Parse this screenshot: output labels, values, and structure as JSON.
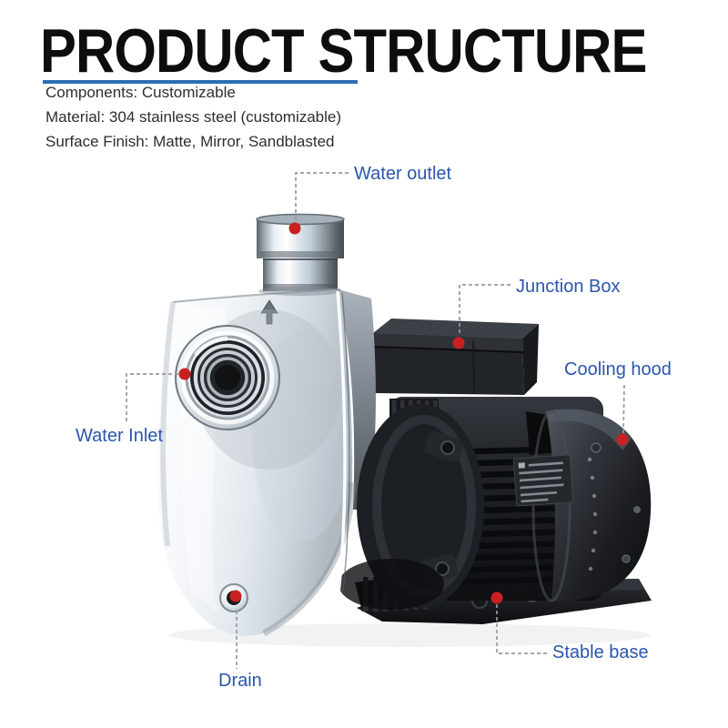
{
  "header": {
    "title": "PRODUCT STRUCTURE",
    "specs": [
      "Components: Customizable",
      "Material: 304 stainless steel (customizable)",
      "Surface Finish: Matte, Mirror, Sandblasted"
    ]
  },
  "diagram": {
    "labels": [
      {
        "id": "water-outlet",
        "text": "Water outlet"
      },
      {
        "id": "junction-box",
        "text": "Junction Box"
      },
      {
        "id": "cooling-hood",
        "text": "Cooling hood"
      },
      {
        "id": "water-inlet",
        "text": "Water Inlet"
      },
      {
        "id": "drain",
        "text": "Drain"
      },
      {
        "id": "stable-base",
        "text": "Stable base"
      }
    ],
    "colors": {
      "label_blue": "#2a56ad",
      "underline_blue": "#2e6db4",
      "marker_red": "#c92120",
      "leader_gray": "#97999c"
    }
  }
}
